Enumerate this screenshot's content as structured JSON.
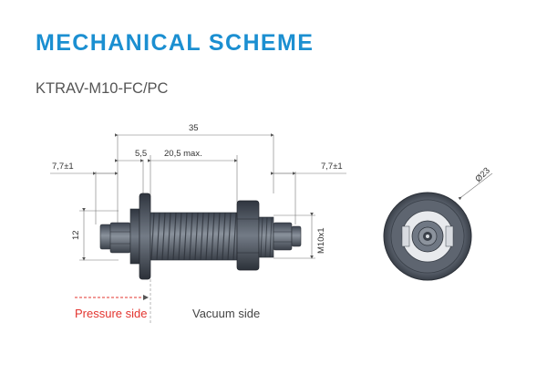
{
  "header": {
    "title": "MECHANICAL SCHEME",
    "subtitle": "KTRAV-M10-FC/PC"
  },
  "dimensions": {
    "overall_length": "35",
    "flange_offset": "5,5",
    "thread_length": "20,5 max.",
    "left_ferrule": "7,7±1",
    "right_ferrule": "7,7±1",
    "height": "12",
    "thread": "M10x1",
    "diameter": "Ø23"
  },
  "sides": {
    "pressure": "Pressure side",
    "vacuum": "Vacuum side"
  },
  "colors": {
    "title": "#1b8fd1",
    "pressure": "#e3342f",
    "body": "#5c6470",
    "dim_line": "#777777"
  }
}
